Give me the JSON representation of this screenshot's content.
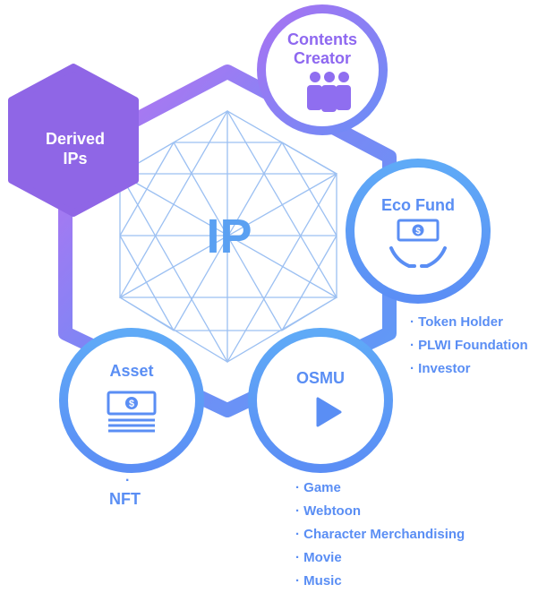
{
  "center": {
    "label": "IP"
  },
  "nodes": {
    "derived_ips": {
      "label": "Derived\nIPs"
    },
    "contents_creator": {
      "label": "Contents\nCreator",
      "icon": "people-group-icon"
    },
    "eco_fund": {
      "label": "Eco Fund",
      "icon": "hands-money-icon",
      "bullets": [
        "Token Holder",
        "PLWI Foundation",
        "Investor"
      ]
    },
    "osmu": {
      "label": "OSMU",
      "icon": "play-icon",
      "bullets": [
        "Game",
        "Webtoon",
        "Character Merchandising",
        "Movie",
        "Music"
      ]
    },
    "asset": {
      "label": "Asset",
      "icon": "money-stack-icon",
      "bullets": [
        "NFT"
      ]
    }
  },
  "colors": {
    "purple": "#a970f0",
    "blue": "#5b9cf6",
    "indigo": "#6a70f2",
    "derived_fill": "#8f66e6",
    "line": "#9cc0f2",
    "text_blue": "#5a8ef4"
  }
}
